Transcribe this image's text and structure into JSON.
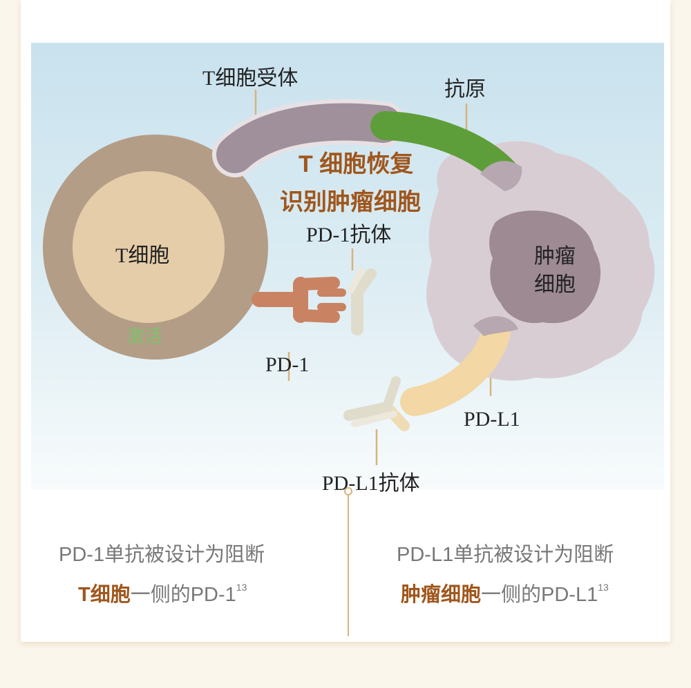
{
  "labels": {
    "t_cell_receptor": "T细胞受体",
    "antigen": "抗原",
    "center_line1": "T 细胞恢复",
    "center_line2": "识别肿瘤细胞",
    "pd1_antibody": "PD-1抗体",
    "t_cell": "T细胞",
    "tumor_cell_line1": "肿瘤",
    "tumor_cell_line2": "细胞",
    "activated": "激活",
    "pd1": "PD-1",
    "pdl1": "PD-L1",
    "pdl1_antibody": "PD-L1抗体"
  },
  "captions": {
    "left": {
      "line1": "PD-1单抗被设计为阻断",
      "highlight": "T细胞",
      "rest": "一侧的PD-1",
      "ref": "13"
    },
    "right": {
      "line1": "PD-L1单抗被设计为阻断",
      "highlight": "肿瘤细胞",
      "rest": "一侧的PD-L1",
      "ref": "13"
    }
  },
  "colors": {
    "highlight": "#a0561c",
    "t_cell_outer": "#b39d87",
    "t_cell_inner": "#e5cda9",
    "tumor_cell": "#d9cdd4",
    "tumor_nucleus": "#9d8a93",
    "receptor": "#a0909c",
    "antigen": "#5e9e3a",
    "pdl1": "#f3d7a4",
    "pd1": "#c98363",
    "activated": "#7ec26a"
  }
}
